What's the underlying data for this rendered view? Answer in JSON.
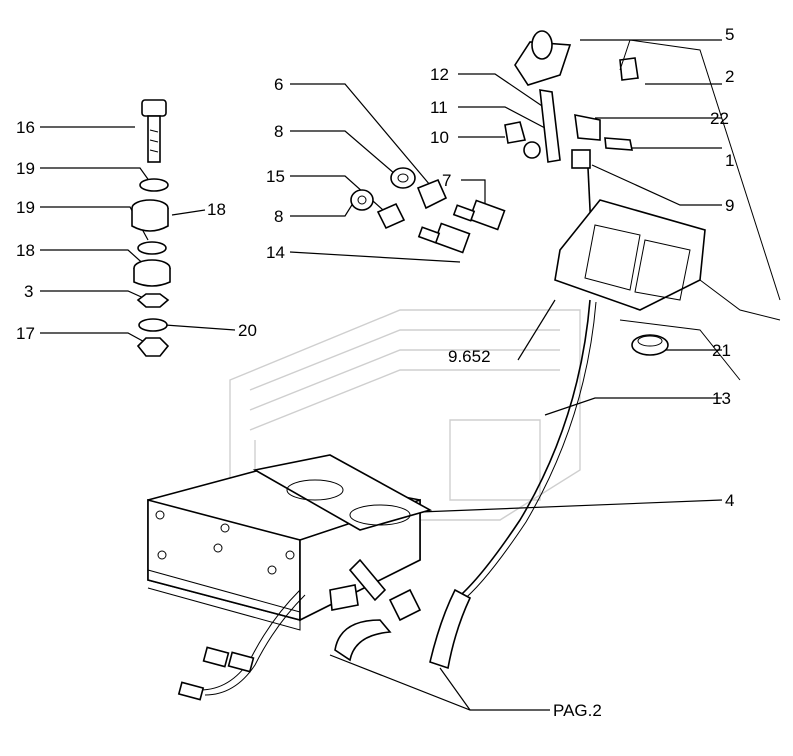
{
  "labels": {
    "l1": "1",
    "l2": "2",
    "l3": "3",
    "l4": "4",
    "l5": "5",
    "l6": "6",
    "l7": "7",
    "l8a": "8",
    "l8b": "8",
    "l9": "9",
    "l9652": "9.652",
    "l10": "10",
    "l11": "11",
    "l12": "12",
    "l13": "13",
    "l14": "14",
    "l15": "15",
    "l16": "16",
    "l17": "17",
    "l18a": "18",
    "l18b": "18",
    "l19a": "19",
    "l19b": "19",
    "l20": "20",
    "l21": "21",
    "l22": "22",
    "pag": "PAG.2"
  }
}
